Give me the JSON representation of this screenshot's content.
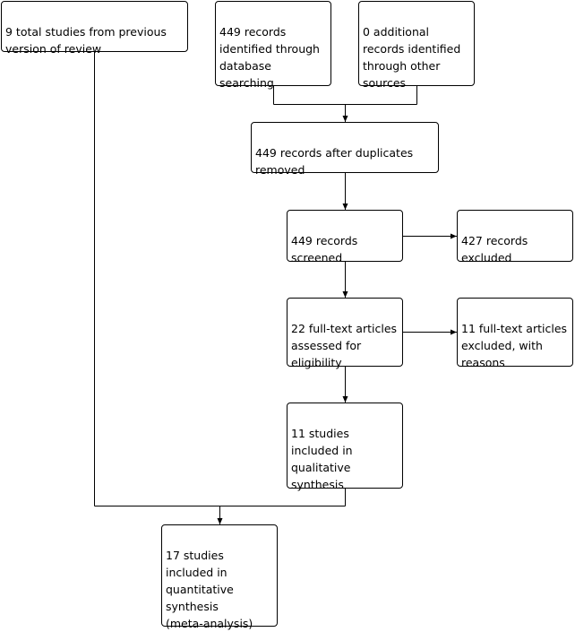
{
  "flowchart": {
    "previous_review": "9 total studies from previous\nversion of review",
    "database_search": "449 records\nidentified through\ndatabase\nsearching",
    "other_sources": "0 additional\nrecords identified\nthrough other\nsources",
    "after_duplicates": "449 records after duplicates\nremoved",
    "screened": "449 records\nscreened",
    "excluded": "427 records\nexcluded",
    "fulltext_assessed": "22 full-text articles\nassessed for\neligibility",
    "fulltext_excluded": "11 full-text articles\nexcluded, with\nreasons",
    "qualitative": "11 studies\nincluded in\nqualitative\nsynthesis",
    "quantitative": "17 studies\nincluded in\nquantitative\nsynthesis\n(meta-analysis)"
  },
  "colors": {
    "line": "#000000",
    "box_border": "#000000",
    "background": "#ffffff"
  }
}
